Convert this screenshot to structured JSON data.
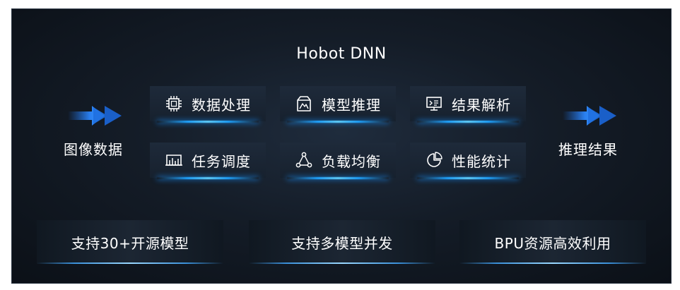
{
  "title": "Hobot DNN",
  "input_label": "图像数据",
  "output_label": "推理结果",
  "modules": [
    {
      "label": "数据处理",
      "icon": "chip-icon"
    },
    {
      "label": "模型推理",
      "icon": "model-icon"
    },
    {
      "label": "结果解析",
      "icon": "monitor-icon"
    },
    {
      "label": "任务调度",
      "icon": "schedule-icon"
    },
    {
      "label": "负载均衡",
      "icon": "network-icon"
    },
    {
      "label": "性能统计",
      "icon": "pie-chart-icon"
    }
  ],
  "features": [
    "支持30+开源模型",
    "支持多模型并发",
    "BPU资源高效利用"
  ],
  "colors": {
    "accent": "#1fa4ff",
    "arrow": "#1f6fe0",
    "background": "#141c27"
  }
}
